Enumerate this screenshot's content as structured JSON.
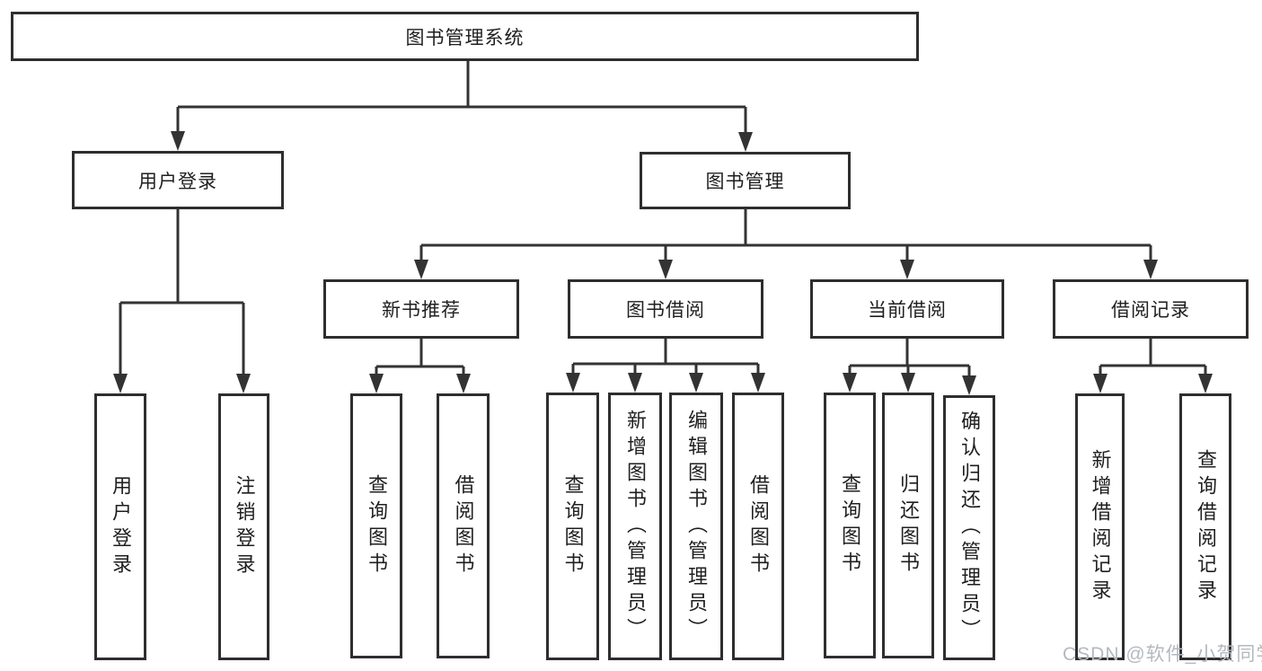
{
  "diagram_title": "图书管理系统",
  "colors": {
    "line": "#333333",
    "box_border": "#2e2e2e",
    "text": "#1f1f1f",
    "watermark": "#b3b9c0",
    "background": "#ffffff"
  },
  "nodes": {
    "root": {
      "label": "图书管理系统"
    },
    "level2": [
      {
        "label": "用户登录",
        "parent": "图书管理系统"
      },
      {
        "label": "图书管理",
        "parent": "图书管理系统"
      }
    ],
    "level3": [
      {
        "label": "新书推荐",
        "parent": "图书管理"
      },
      {
        "label": "图书借阅",
        "parent": "图书管理"
      },
      {
        "label": "当前借阅",
        "parent": "图书管理"
      },
      {
        "label": "借阅记录",
        "parent": "图书管理"
      }
    ],
    "leaves": [
      {
        "label": "用户登录",
        "parent": "用户登录"
      },
      {
        "label": "注销登录",
        "parent": "用户登录"
      },
      {
        "label": "查询图书",
        "parent": "新书推荐"
      },
      {
        "label": "借阅图书",
        "parent": "新书推荐"
      },
      {
        "label": "查询图书",
        "parent": "图书借阅"
      },
      {
        "label": "新增图书（管理员）",
        "parent": "图书借阅"
      },
      {
        "label": "编辑图书（管理员）",
        "parent": "图书借阅"
      },
      {
        "label": "借阅图书",
        "parent": "图书借阅"
      },
      {
        "label": "查询图书",
        "parent": "当前借阅"
      },
      {
        "label": "归还图书",
        "parent": "当前借阅"
      },
      {
        "label": "确认归还（管理员）",
        "parent": "当前借阅"
      },
      {
        "label": "新增借阅记录",
        "parent": "借阅记录"
      },
      {
        "label": "查询借阅记录",
        "parent": "借阅记录"
      }
    ]
  },
  "watermark": {
    "text": "CSDN @软件_小贺同学"
  }
}
